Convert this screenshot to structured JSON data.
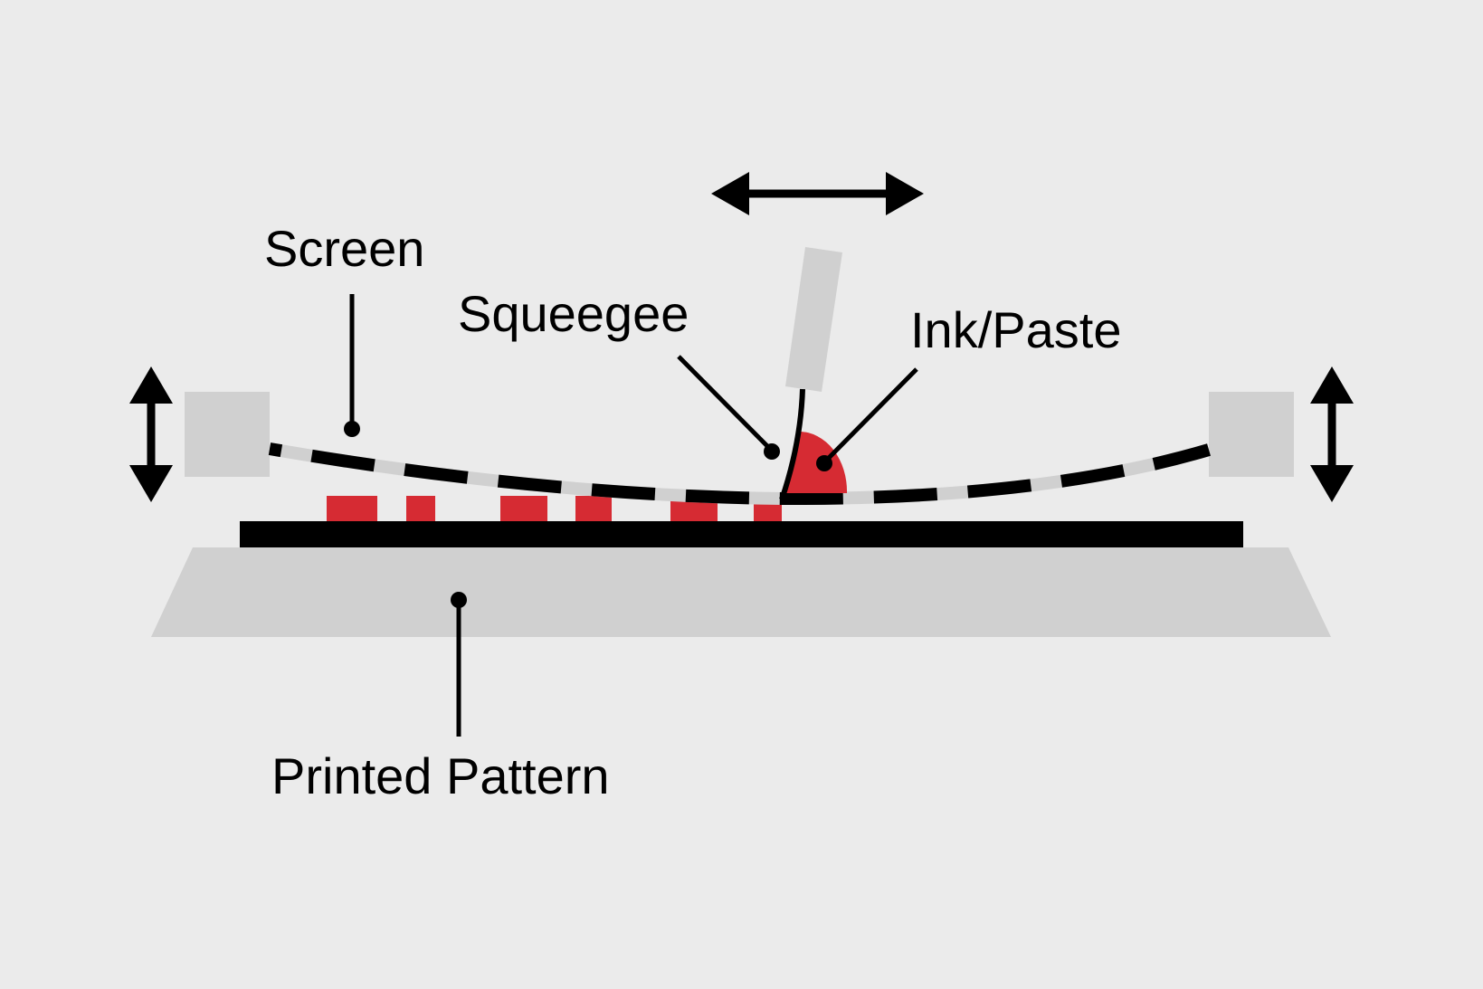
{
  "labels": {
    "screen": "Screen",
    "squeegee": "Squeegee",
    "ink_paste": "Ink/Paste",
    "printed_pattern": "Printed Pattern"
  },
  "colors": {
    "background": "#ebebeb",
    "light_gray": "#d0d0d0",
    "black": "#000000",
    "red": "#d62b33"
  },
  "icons": {
    "horizontal_motion": "double-arrow-horizontal-icon",
    "vertical_motion": "double-arrow-vertical-icon"
  }
}
